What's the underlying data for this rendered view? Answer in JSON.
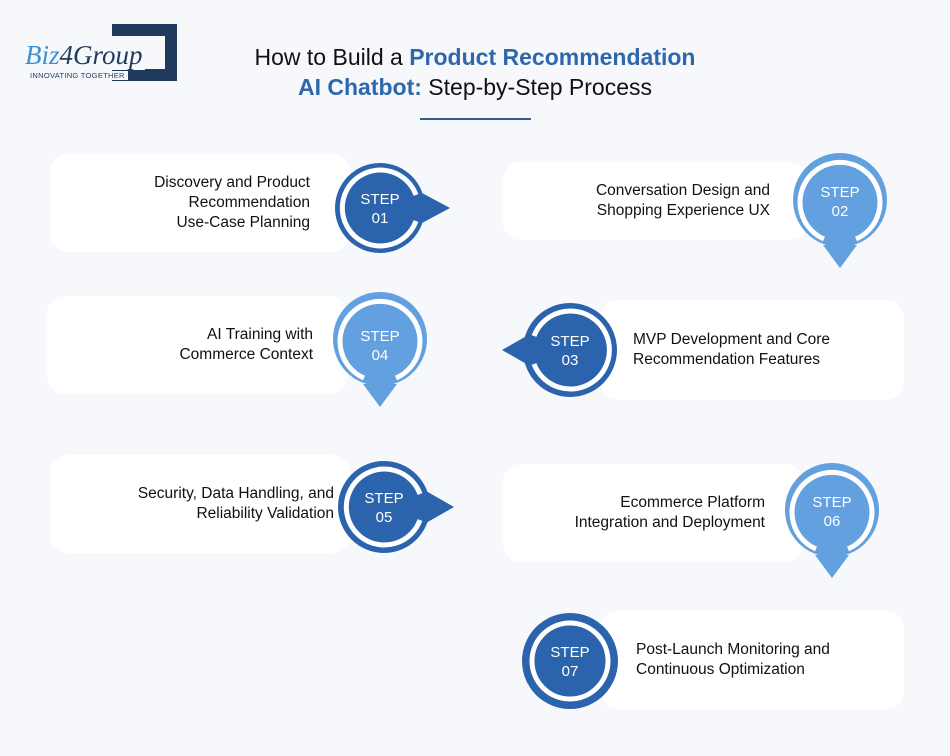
{
  "logo": {
    "name_part1": "Biz",
    "name_part2": "4Group",
    "tagline": "INNOVATING TOGETHER"
  },
  "header": {
    "title_line1_plain": "How to Build a ",
    "title_line1_highlight": "Product Recommendation",
    "title_line2_highlight": "AI Chatbot:",
    "title_line2_plain": " Step-by-Step Process"
  },
  "colors": {
    "dark_blue": "#2b63ad",
    "light_blue": "#62a0e0",
    "title_highlight": "#2f67ad",
    "background": "#f6f8fb",
    "card": "#ffffff"
  },
  "steps": [
    {
      "label": "STEP",
      "number": "01",
      "text": "Discovery and Product\nRecommendation\nUse-Case Planning",
      "arrow": "right",
      "color": "dark"
    },
    {
      "label": "STEP",
      "number": "02",
      "text": "Conversation Design and\nShopping Experience UX",
      "arrow": "down",
      "color": "light"
    },
    {
      "label": "STEP",
      "number": "03",
      "text": "MVP Development and Core\nRecommendation Features",
      "arrow": "left",
      "color": "dark"
    },
    {
      "label": "STEP",
      "number": "04",
      "text": "AI Training with\nCommerce Context",
      "arrow": "down",
      "color": "light"
    },
    {
      "label": "STEP",
      "number": "05",
      "text": "Security, Data Handling, and\nReliability Validation",
      "arrow": "right",
      "color": "dark"
    },
    {
      "label": "STEP",
      "number": "06",
      "text": "Ecommerce Platform\nIntegration and Deployment",
      "arrow": "down",
      "color": "light"
    },
    {
      "label": "STEP",
      "number": "07",
      "text": "Post-Launch Monitoring and\nContinuous Optimization",
      "arrow": "none",
      "color": "dark"
    }
  ]
}
